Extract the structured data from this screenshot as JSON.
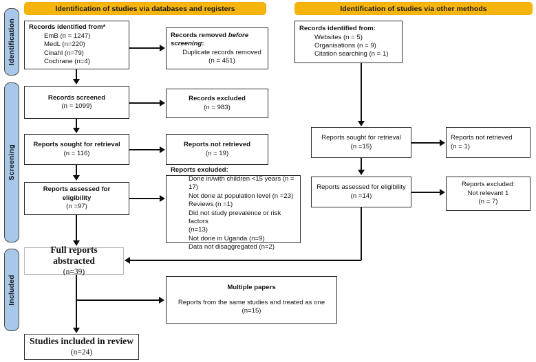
{
  "diagram": {
    "title": "PRISMA 2020 flow diagram",
    "colors": {
      "phase_fill": "#a8c8ea",
      "header_fill": "#f6b40e",
      "box_border": "#2b2b2b",
      "line": "#0d0d0d"
    }
  },
  "phases": [
    {
      "id": "identification",
      "label": "Identification"
    },
    {
      "id": "screening",
      "label": "Screening"
    },
    {
      "id": "included",
      "label": "Included"
    }
  ],
  "headers": {
    "databases": "Identification of studies via databases and registers",
    "other": "Identification of studies via other methods"
  },
  "boxes": {
    "records_identified": {
      "title": "Records identified from*",
      "lines": [
        "EmB (n = 1247)",
        "MedL (n=220)",
        "Cinahl (n=79)",
        "Cochrane (n=4)"
      ]
    },
    "records_removed": {
      "title_plain": "Records removed ",
      "title_italic": "before screening",
      "title_colon": ":",
      "lines": [
        "Duplicate records removed",
        "(n = 451)"
      ]
    },
    "records_screened": {
      "title": "Records screened",
      "count": "(n = 1099)"
    },
    "records_excluded": {
      "title": "Records excluded",
      "count": "(n = 983)"
    },
    "reports_sought": {
      "title": "Reports sought for retrieval",
      "count": "(n = 116)"
    },
    "reports_not_retrieved": {
      "title": "Reports not retrieved",
      "count": "(n = 19)"
    },
    "reports_assessed": {
      "title_line1": "Reports assessed for",
      "title_line2": "eligibility",
      "count": "(n =97)"
    },
    "reports_excluded": {
      "title": "Reports excluded:",
      "lines": [
        "Done in/with children <15 years (n = 17)",
        "Not done at population level (n =23)",
        "Reviews (n =1)",
        "Did not study prevalence or risk factors",
        "(n=13)",
        "Not done in Uganda (n=9)",
        "Data not disaggregated (n=2)"
      ]
    },
    "full_reports": {
      "title": "Full reports abstracted",
      "count": "(n=39)"
    },
    "multiple_papers": {
      "title": "Multiple papers",
      "body": "Reports from the same studies and treated as one",
      "count": "(n=15)"
    },
    "studies_included": {
      "title": "Studies included in review",
      "count": "(n=24)"
    },
    "other_identified": {
      "title": "Records identified from:",
      "lines": [
        "Websites (n = 5)",
        "Organisations (n = 9)",
        "Citation searching (n = 1)"
      ]
    },
    "other_sought": {
      "title": "Reports sought for retrieval",
      "count": "(n =15)"
    },
    "other_not_retrieved": {
      "title": "Reports not retrieved",
      "count": "(n = 1)"
    },
    "other_assessed": {
      "title": "Reports assessed for eligibility",
      "count": "(n =14)"
    },
    "other_excluded": {
      "title": "Reports excluded:",
      "reason": "Not relevant 1",
      "count": "(n = 7)"
    }
  }
}
